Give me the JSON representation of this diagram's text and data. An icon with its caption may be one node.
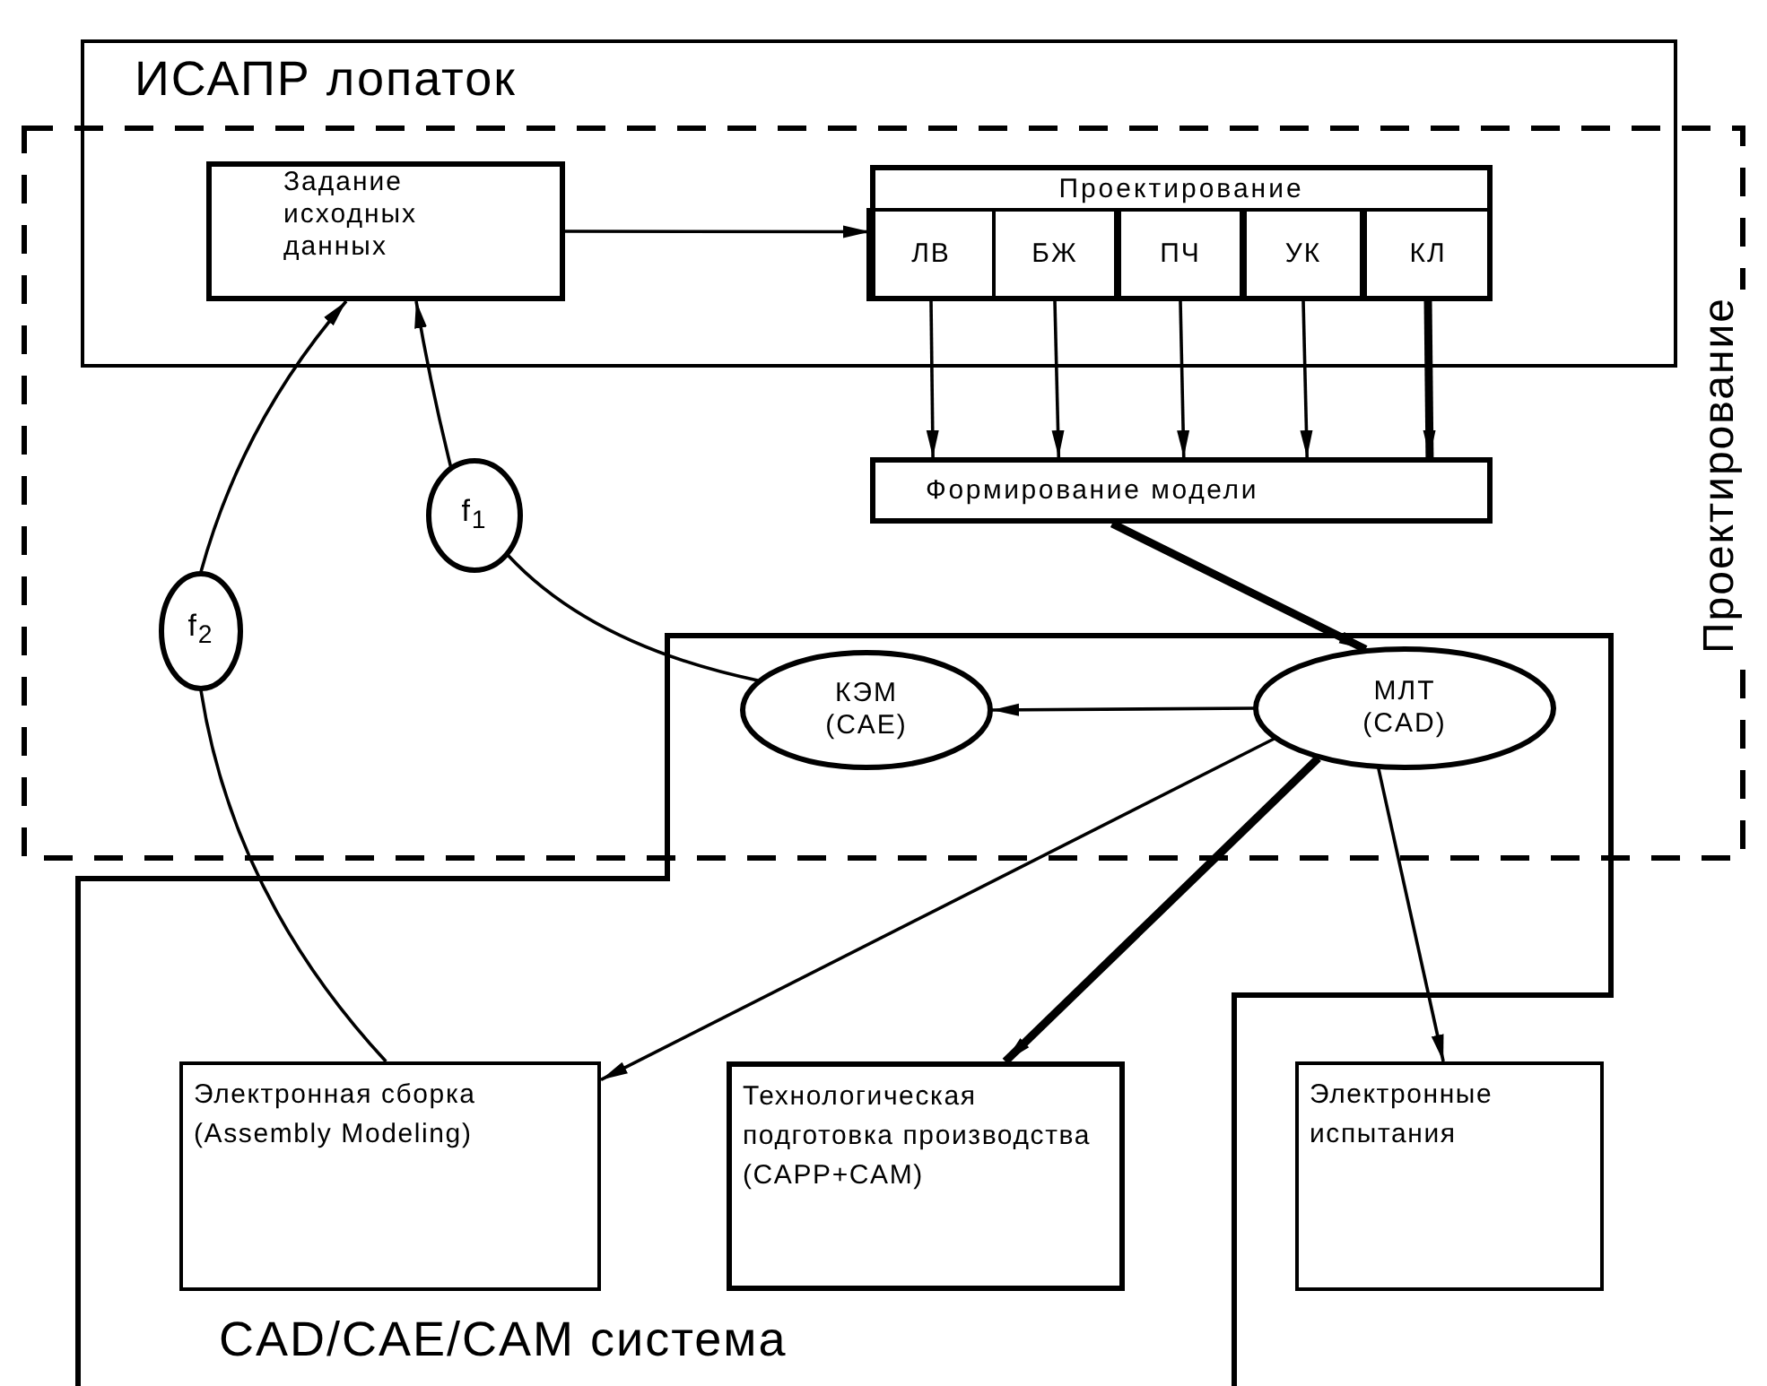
{
  "diagram": {
    "nodes": [
      {
        "text": [
          "ИСАПР лопаток"
        ]
      },
      {
        "text": [
          "CAD/CAE/CAM система"
        ]
      },
      {
        "text": [
          "Задание исходных данных"
        ],
        "in": 0
      },
      {
        "text": [
          "Проектирование"
        ],
        "in": 0
      },
      {
        "text": [
          "ЛВ"
        ],
        "in": 3
      },
      {
        "text": [
          "БЖ"
        ],
        "in": 3
      },
      {
        "text": [
          "ПЧ"
        ],
        "in": 3
      },
      {
        "text": [
          "УК"
        ],
        "in": 3
      },
      {
        "text": [
          "КЛ"
        ],
        "in": 3
      },
      {
        "text": [
          "Формирование модели"
        ]
      },
      {
        "text": [
          "f$_{1}$"
        ]
      },
      {
        "text": [
          "f$_{2}$"
        ]
      },
      {
        "text": [
          "КЭМ (CAE)"
        ],
        "in": 1
      },
      {
        "text": [
          "МЛТ (CAD)"
        ],
        "in": 1
      },
      {
        "text": [
          "Электронная сборка (Assembly Modeling)"
        ],
        "in": 1
      },
      {
        "text": [
          "Технологическая подготовка производства (CAPP+CAM)"
        ],
        "in": 1
      },
      {
        "text": [
          "Электронные испытания"
        ],
        "in": 1
      }
    ],
    "edges": [
      {
        "from": 2,
        "to": 3,
        "arrow": "to"
      },
      {
        "from": 4,
        "to": 9,
        "arrow": "to"
      },
      {
        "from": 5,
        "to": 9,
        "arrow": "to"
      },
      {
        "from": 6,
        "to": 9,
        "arrow": "to"
      },
      {
        "from": 7,
        "to": 9,
        "arrow": "to"
      },
      {
        "from": 8,
        "to": 9,
        "arrow": "to",
        "style": "thick"
      },
      {
        "from": 9,
        "to": 13,
        "arrow": "to",
        "style": "thick"
      },
      {
        "from": 13,
        "to": 12,
        "arrow": "to"
      },
      {
        "from": 10,
        "to": 2,
        "arrow": "to"
      },
      {
        "from": 11,
        "to": 2,
        "arrow": "to"
      },
      {
        "from": 12,
        "to": 10,
        "arrow": "none"
      },
      {
        "from": 14,
        "to": 11,
        "arrow": "none"
      },
      {
        "from": 13,
        "to": 14,
        "arrow": "to"
      },
      {
        "from": 13,
        "to": 15,
        "arrow": "to",
        "style": "thick"
      },
      {
        "from": 13,
        "to": 16,
        "arrow": "to"
      }
    ],
    "labels": [
      "Проектирование"
    ]
  }
}
